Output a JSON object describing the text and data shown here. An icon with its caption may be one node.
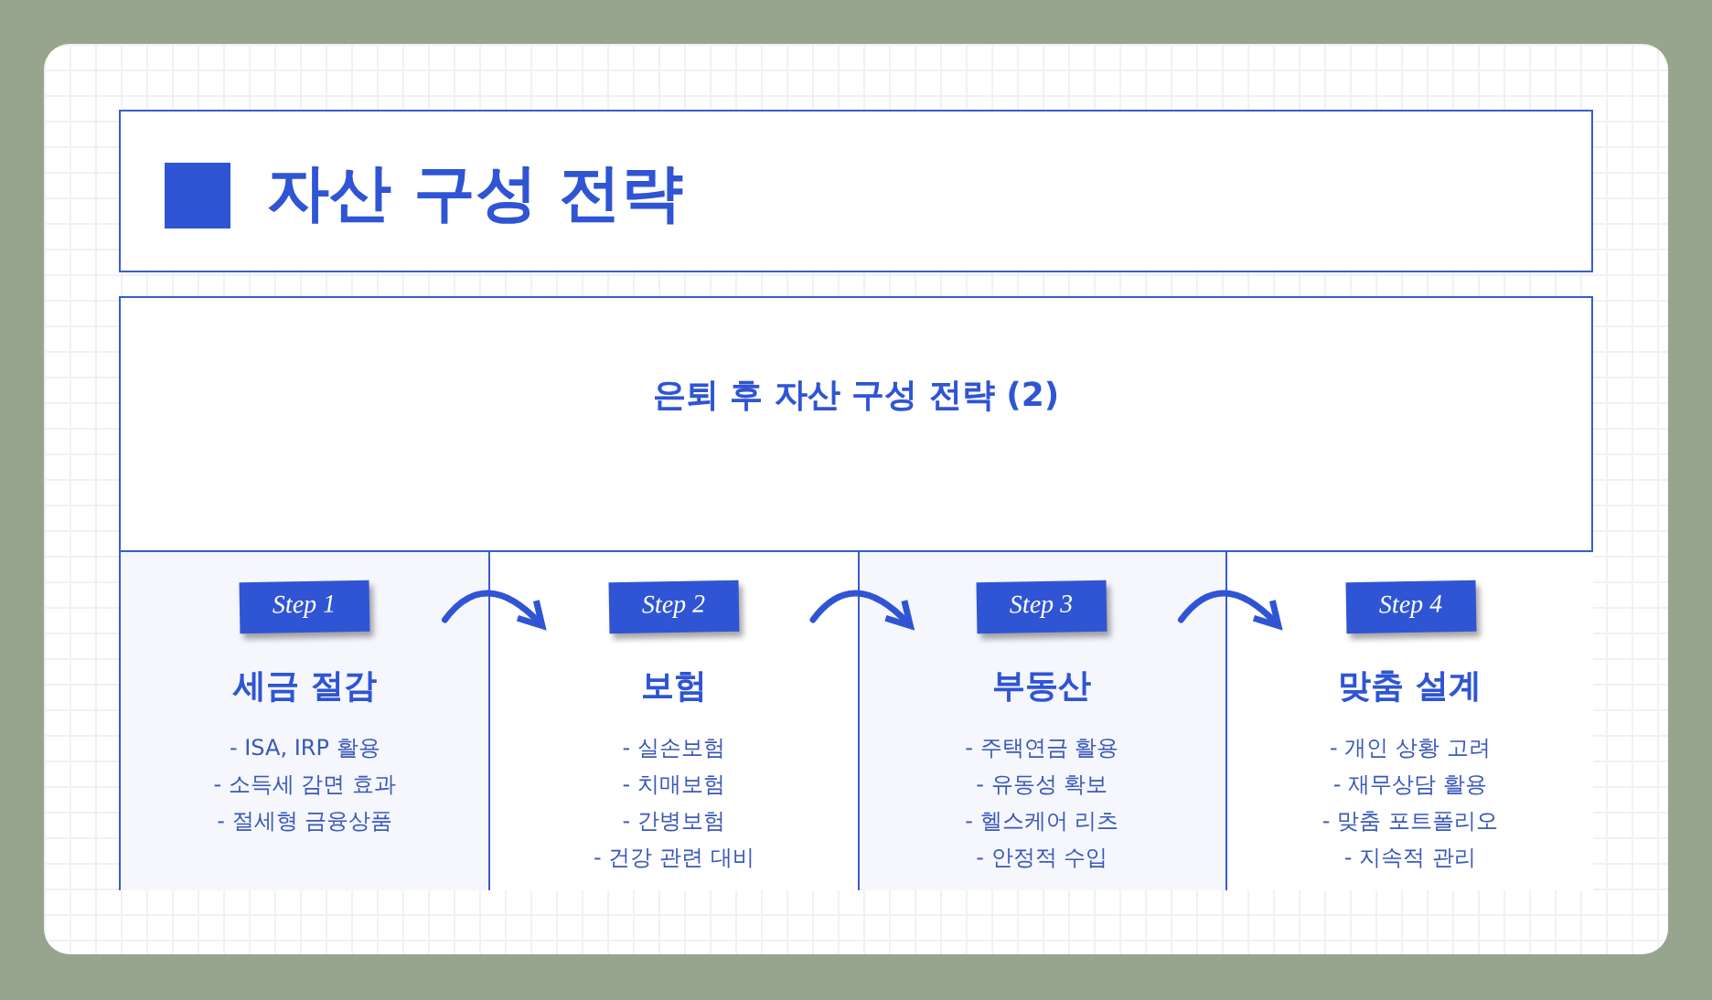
{
  "diagram": {
    "title": "자산 구성 전략",
    "nodes": [
      {
        "text": [
          "은퇴 후 자산 구성 전략 (2)"
        ]
      },
      {
        "text": [
          "Step 1",
          "세금 절감",
          "- ISA, IRP 활용",
          "- 소득세 감면 효과",
          "- 절세형 금융상품"
        ],
        "in": 0
      },
      {
        "text": [
          "Step 2",
          "보험",
          "- 실손보험",
          "- 치매보험",
          "- 간병보험",
          "- 건강 관련 대비"
        ],
        "in": 0
      },
      {
        "text": [
          "Step 3",
          "부동산",
          "- 주택연금 활용",
          "- 유동성 확보",
          "- 헬스케어 리츠",
          "- 안정적 수입"
        ],
        "in": 0
      },
      {
        "text": [
          "Step 4",
          "맞춤 설계",
          "- 개인 상황 고려",
          "- 재무상담 활용",
          "- 맞춤 포트폴리오",
          "- 지속적 관리"
        ],
        "in": 0
      }
    ],
    "edges": [
      {
        "from": 1,
        "to": 2,
        "arrow": "to"
      },
      {
        "from": 2,
        "to": 3,
        "arrow": "to"
      },
      {
        "from": 3,
        "to": 4,
        "arrow": "to"
      }
    ]
  }
}
